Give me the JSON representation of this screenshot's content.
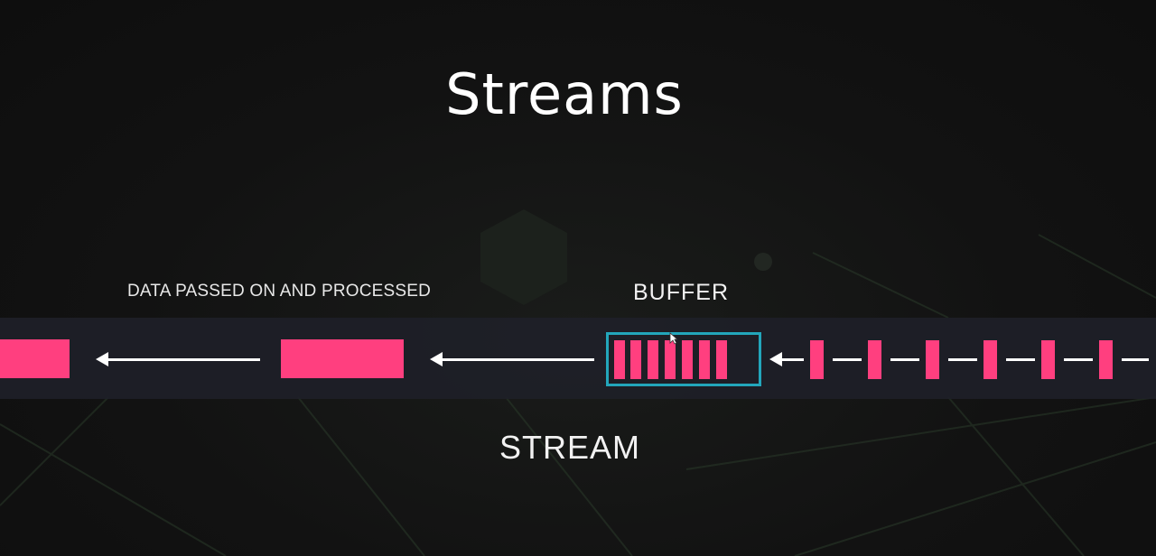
{
  "title": "Streams",
  "labels": {
    "processed": "DATA PASSED ON AND PROCESSED",
    "buffer": "BUFFER",
    "stream": "STREAM"
  },
  "colors": {
    "data_block": "#ff3f7f",
    "buffer_border": "#23a6bb",
    "arrow": "#ffffff",
    "band": "#1e1f28",
    "background": "#121212"
  },
  "diagram": {
    "processed_blocks": 2,
    "buffer_chunks": 7,
    "incoming_chunks": 6,
    "flow_direction": "right-to-left"
  }
}
